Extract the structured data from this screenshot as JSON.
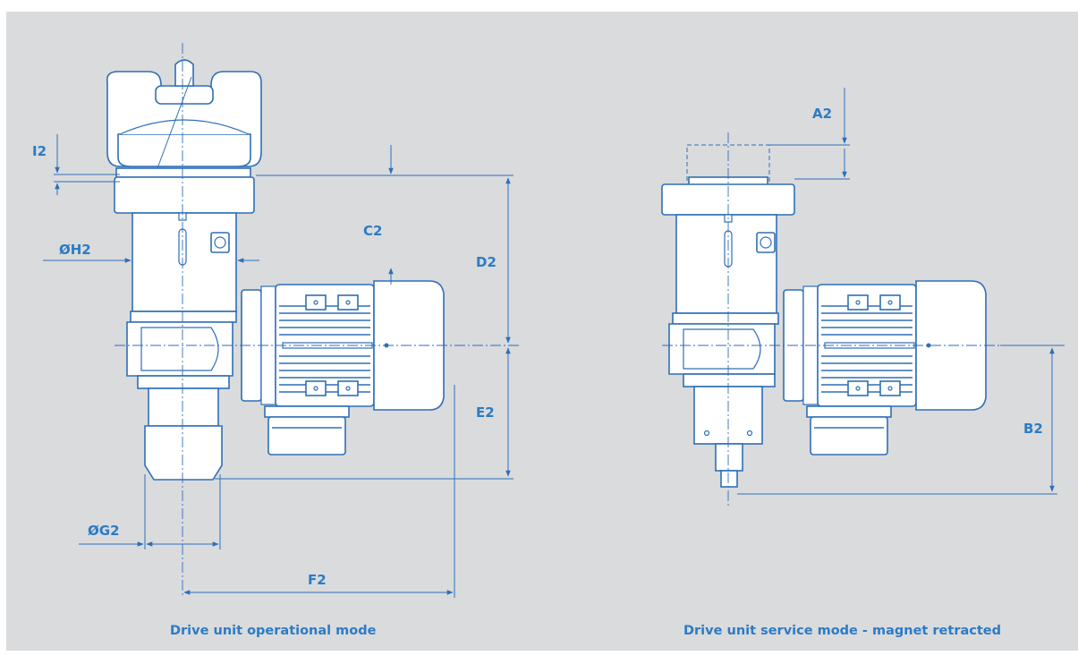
{
  "dimensions": {
    "i2": "I2",
    "oh2": "ØH2",
    "c2": "C2",
    "d2": "D2",
    "e2": "E2",
    "og2": "ØG2",
    "f2": "F2",
    "a2": "A2",
    "b2": "B2"
  },
  "captions": {
    "operational": "Drive unit operational mode",
    "service": "Drive unit service mode - magnet retracted"
  },
  "colors": {
    "background": "#dadbdd",
    "line": "#2e6fb7",
    "label": "#2d7bc4"
  }
}
